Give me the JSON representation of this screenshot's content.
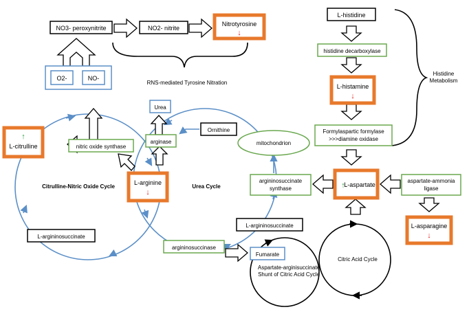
{
  "colors": {
    "black_box": "#000000",
    "green_box": "#6aa84f",
    "blue_box": "#5b8fc7",
    "orange_box": "#e8792c",
    "cycle_line": "#5b8fc7",
    "arrow_up": "#2e9b3f",
    "arrow_down": "#e02020"
  },
  "nodes": {
    "no3": "NO3- peroxynitrite",
    "no2": "NO2- nitrite",
    "nitrotyrosine": "Nitrotyrosine",
    "o2": "O2-",
    "no": "NO-",
    "rns_label": "RNS-mediated Tyrosine Nitration",
    "l_histidine": "L-histidine",
    "histidine_decarboxylase": "histidine decarboxylase",
    "l_histamine": "L-histamine",
    "formyl_line1": "Formylaspartic formylase",
    "formyl_line2": ">>>diamine oxidase",
    "histidine_metabolism_line1": "Histidine",
    "histidine_metabolism_line2": "Metabolism",
    "urea": "Urea",
    "ornithine": "Ornithine",
    "mitochondrion": "mitochondrion",
    "arginase": "arginase",
    "l_citrulline": "L-citrulline",
    "nitric_oxide_synthase": "nitric oxide synthase",
    "l_arginine": "L-arginine",
    "citrulline_cycle": "Citrulline-Nitric Oxide Cycle",
    "urea_cycle": "Urea Cycle",
    "ass_line1": "argininosuccinate",
    "ass_line2": "synthase",
    "l_aspartate": "L-aspartate",
    "aal_line1": "aspartate-ammonia",
    "aal_line2": "ligase",
    "l_asparagine": "L-asparagine",
    "l_argininosuccinate_left": "L-argininosuccinate",
    "l_argininosuccinate_mid": "L-argininosuccinate",
    "argininosuccinase": "argininosuccinase",
    "fumarate": "Fumarate",
    "shunt_line1": "Aspartate-arginisuccinate",
    "shunt_line2": "Shunt of Citric Acid Cycle",
    "citric_acid_cycle": "Citric Acid Cycle"
  }
}
